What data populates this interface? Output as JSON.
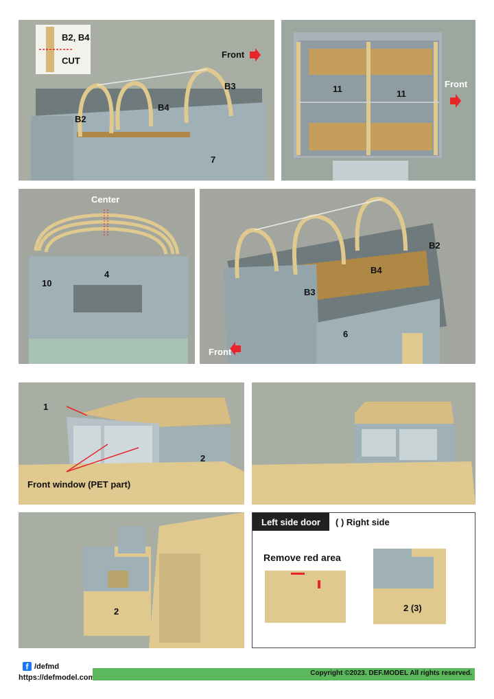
{
  "panel1": {
    "inset_labels": [
      "B2, B4",
      "CUT"
    ],
    "front_label": "Front",
    "part_labels": [
      "B3",
      "B4",
      "B2",
      "7"
    ]
  },
  "panel2": {
    "front_label": "Front",
    "part_labels": [
      "11",
      "11"
    ]
  },
  "panel3": {
    "center_label": "Center",
    "part_labels": [
      "4",
      "10"
    ]
  },
  "panel4": {
    "part_labels": [
      "B2",
      "B4",
      "B3",
      "6"
    ],
    "front_label": "Front"
  },
  "panel5": {
    "part_labels": [
      "1",
      "2"
    ],
    "caption": "Front window (PET part)"
  },
  "panel8": {
    "header_left": "Left side door",
    "header_right": "( ) Right side",
    "instruction": "Remove red area",
    "part_label": "2 (3)"
  },
  "panel7": {
    "part_label": "2"
  },
  "footer": {
    "facebook_glyph": "f",
    "handle": "/defmd",
    "url": "https://defmodel.com",
    "copyright": "Copyright ©2023. DEF.MODEL All rights reserved."
  },
  "colors": {
    "accent_red": "#e8262a",
    "footer_green": "#5cb85c",
    "resin_grey": "#9fb0b7",
    "resin_tan": "#e0c98e"
  }
}
